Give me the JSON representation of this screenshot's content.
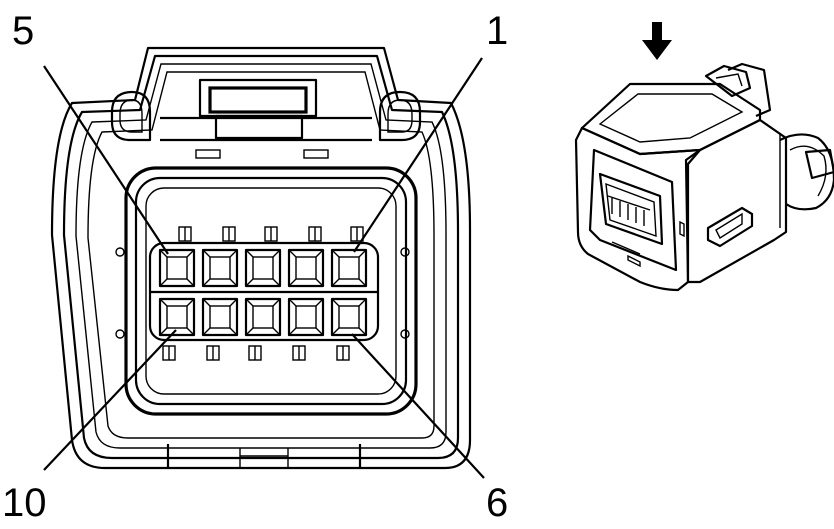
{
  "pin_labels": {
    "top_left": "5",
    "top_right": "1",
    "bottom_left": "10",
    "bottom_right": "6"
  },
  "icons": {
    "view_arrow": "arrow-down-icon",
    "connector_face": "connector-face-icon",
    "connector_side": "connector-isometric-icon"
  },
  "colors": {
    "line": "#000000",
    "background": "#ffffff"
  }
}
